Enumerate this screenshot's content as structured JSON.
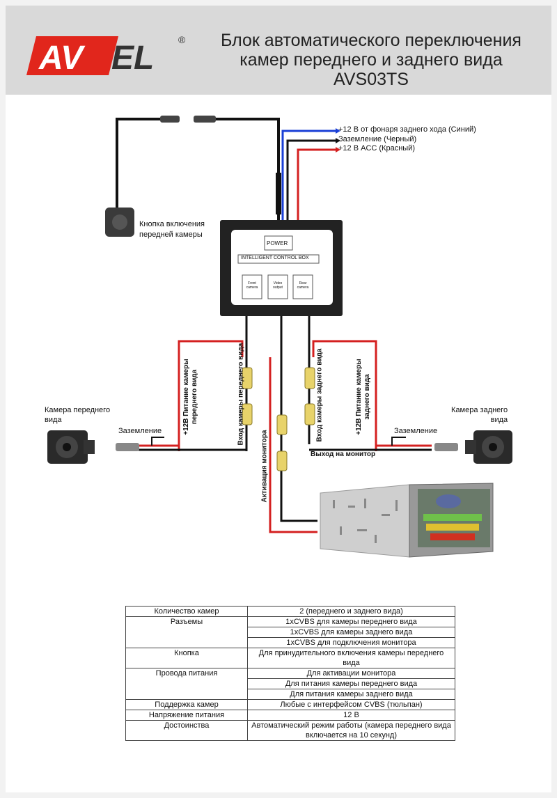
{
  "brand": {
    "logo_text": "AVEL",
    "registered_mark": "®",
    "accent_color": "#e1261c"
  },
  "header": {
    "title_line1": "Блок автоматического переключения",
    "title_line2": "камер переднего и заднего вида",
    "model": "AVS03TS"
  },
  "wires": {
    "blue": "+12 В от фонаря заднего хода (Синий)",
    "black": "Заземление (Черный)",
    "red": "+12 В ACC (Красный)",
    "colors": {
      "blue": "#1a3fd6",
      "black": "#111111",
      "red": "#d42020",
      "yellow_connector": "#e8d36a"
    }
  },
  "control_box": {
    "power": "POWER",
    "name": "INTELLIGENT  CONTROL  BOX",
    "port_front": [
      "Front",
      "camera"
    ],
    "port_video": [
      "Video",
      "output"
    ],
    "port_rear": [
      "Rear",
      "camera"
    ]
  },
  "labels": {
    "button": [
      "Кнопка включения",
      "передней камеры"
    ],
    "front_camera": [
      "Камера переднего",
      "вида"
    ],
    "rear_camera": [
      "Камера заднего",
      "вида"
    ],
    "ground_left": "Заземление",
    "ground_right": "Заземление",
    "front_power": [
      "+12В Питание камеры",
      "переднего вида"
    ],
    "front_input": "Вход камеры переднего вида",
    "monitor_activation": "Активация монитора",
    "rear_input": "Вход камеры заднего вида",
    "rear_power": [
      "+12В Питание камеры",
      "заднего вида"
    ],
    "monitor_output": "Выход на монитор"
  },
  "specs": [
    {
      "key": "Количество камер",
      "values": [
        "2 (переднего и заднего вида)"
      ]
    },
    {
      "key": "Разъемы",
      "values": [
        "1xCVBS для камеры переднего вида",
        "1xCVBS для камеры заднего вида",
        "1xCVBS для подключения монитора"
      ]
    },
    {
      "key": "Кнопка",
      "values": [
        "Для принудительного включения камеры переднего вида"
      ]
    },
    {
      "key": "Провода питания",
      "values": [
        "Для активации монитора",
        "Для питания камеры переднего вида",
        "Для питания камеры заднего вида"
      ]
    },
    {
      "key": "Поддержка камер",
      "values": [
        "Любые с интерфейсом CVBS (тюльпан)"
      ]
    },
    {
      "key": "Напряжение питания",
      "values": [
        "12 В"
      ]
    },
    {
      "key": "Достоинства",
      "values": [
        "Автоматический режим работы (камера переднего вида включается на 10 секунд)"
      ]
    }
  ]
}
